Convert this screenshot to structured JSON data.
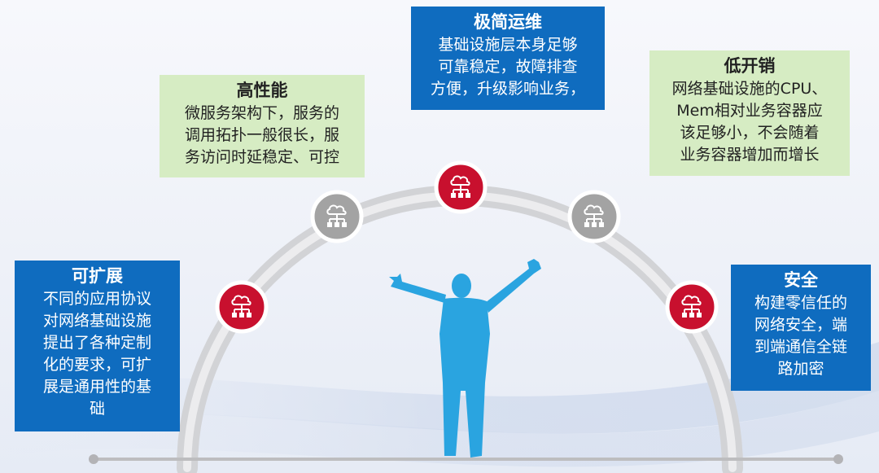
{
  "colors": {
    "blue_box": "#0f6cbf",
    "green_box": "#d6ecc3",
    "node_red": "#c8102e",
    "node_gray": "#a3a3a3",
    "figure": "#2aa4e0",
    "arc": "#d9dadc"
  },
  "icon": "cloud-network-icon",
  "boxes": {
    "top": {
      "title": "极简运维",
      "lines": [
        "基础设施层本身足够",
        "可靠稳定，故障排查",
        "方便，升级影响业务，"
      ]
    },
    "left_upper": {
      "title": "高性能",
      "lines": [
        "微服务架构下，服务的",
        "调用拓扑一般很长，服",
        "务访问时延稳定、可控"
      ]
    },
    "right_upper": {
      "title": "低开销",
      "lines": [
        "网络基础设施的CPU、",
        "Mem相对业务容器应",
        "该足够小，不会随着",
        "业务容器增加而增长"
      ]
    },
    "left_lower": {
      "title": "可扩展",
      "lines": [
        "不同的应用协议",
        "对网络基础设施",
        "提出了各种定制",
        "化的要求，可扩",
        "展是通用性的基",
        "础"
      ]
    },
    "right_lower": {
      "title": "安全",
      "lines": [
        "构建零信任的",
        "网络安全，端",
        "到端通信全链",
        "路加密"
      ]
    }
  }
}
